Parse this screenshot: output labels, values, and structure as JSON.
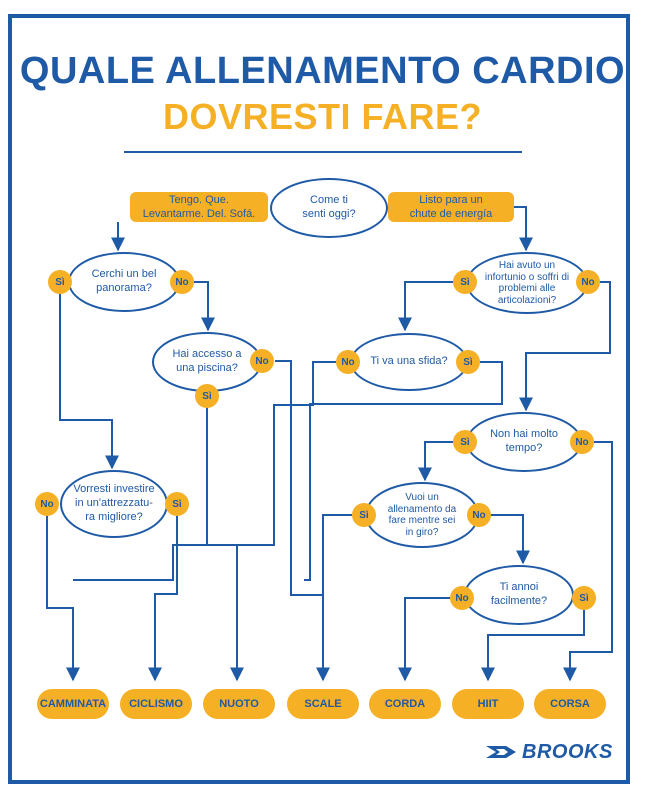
{
  "title": {
    "line1": "QUALE ALLENAMENTO CARDIO",
    "line2": "DOVRESTI FARE?"
  },
  "colors": {
    "blue": "#1f5aa6",
    "yellow": "#f5b025",
    "background": "#ffffff"
  },
  "labels": {
    "yes": "Sì",
    "no": "No"
  },
  "start": {
    "question": [
      "Come ti",
      "senti oggi?"
    ],
    "left_option": [
      "Tengo. Que.",
      "Levantarme. Del. Sofá."
    ],
    "right_option": [
      "Listo para un",
      "chute de energía"
    ]
  },
  "questions": {
    "panorama": [
      "Cerchi un bel",
      "panorama?"
    ],
    "piscina": [
      "Hai accesso a",
      "una piscina?"
    ],
    "attrezzatura": [
      "Vorresti investire",
      "in un'attrezzatu-",
      "ra migliore?"
    ],
    "infortunio": [
      "Hai avuto un",
      "infortunio o soffri di",
      "problemi alle",
      "articolazioni?"
    ],
    "sfida": [
      "Ti va una sfida?"
    ],
    "tempo": [
      "Non hai molto",
      "tempo?"
    ],
    "in_giro": [
      "Vuoi un",
      "allenamento da",
      "fare mentre sei",
      "in giro?"
    ],
    "annoi": [
      "Ti annoi",
      "facilmente?"
    ]
  },
  "outcomes": [
    "CAMMINATA",
    "CICLISMO",
    "NUOTO",
    "SCALE",
    "CORDA",
    "HIIT",
    "CORSA"
  ],
  "brand": {
    "name": "BROOKS",
    "icon": "chevron-arrow-icon"
  }
}
